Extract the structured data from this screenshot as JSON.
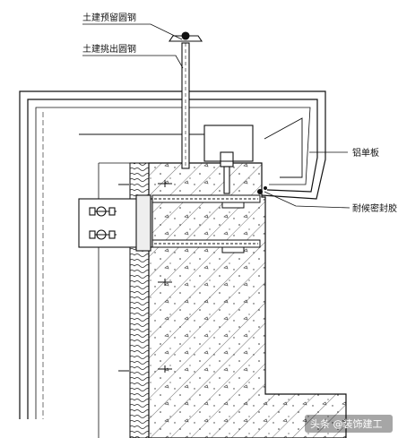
{
  "labels": {
    "top_1": "土建预留圆钢",
    "top_2": "土建挑出圆钢",
    "right_1": "铝单板",
    "right_2": "耐候密封胶"
  },
  "watermark": {
    "text": "头条 @装饰建工"
  }
}
